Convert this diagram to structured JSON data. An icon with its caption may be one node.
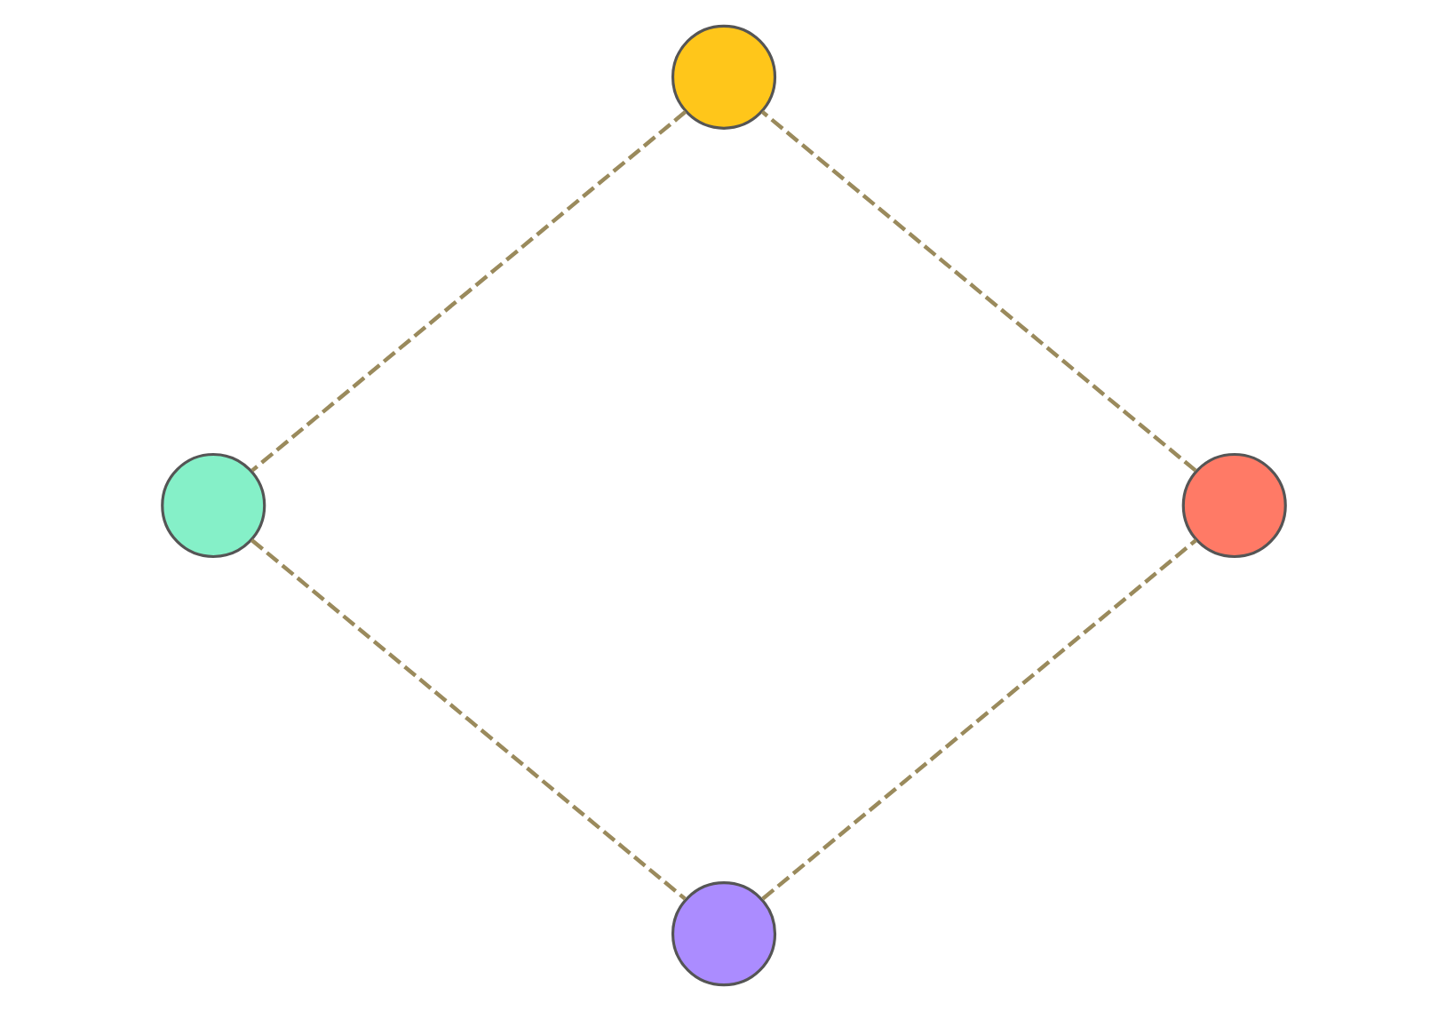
{
  "diagram": {
    "nodes": [
      {
        "text": [],
        "shape": "circle"
      },
      {
        "text": [],
        "shape": "circle"
      },
      {
        "text": [],
        "shape": "circle"
      },
      {
        "text": [],
        "shape": "circle"
      }
    ],
    "edges": [
      {
        "from": 0,
        "to": 1,
        "arrow": "none",
        "style": "dashed"
      },
      {
        "from": 1,
        "to": 3,
        "arrow": "none",
        "style": "dashed"
      },
      {
        "from": 3,
        "to": 2,
        "arrow": "none",
        "style": "dashed"
      },
      {
        "from": 2,
        "to": 0,
        "arrow": "none",
        "style": "dashed"
      }
    ]
  }
}
